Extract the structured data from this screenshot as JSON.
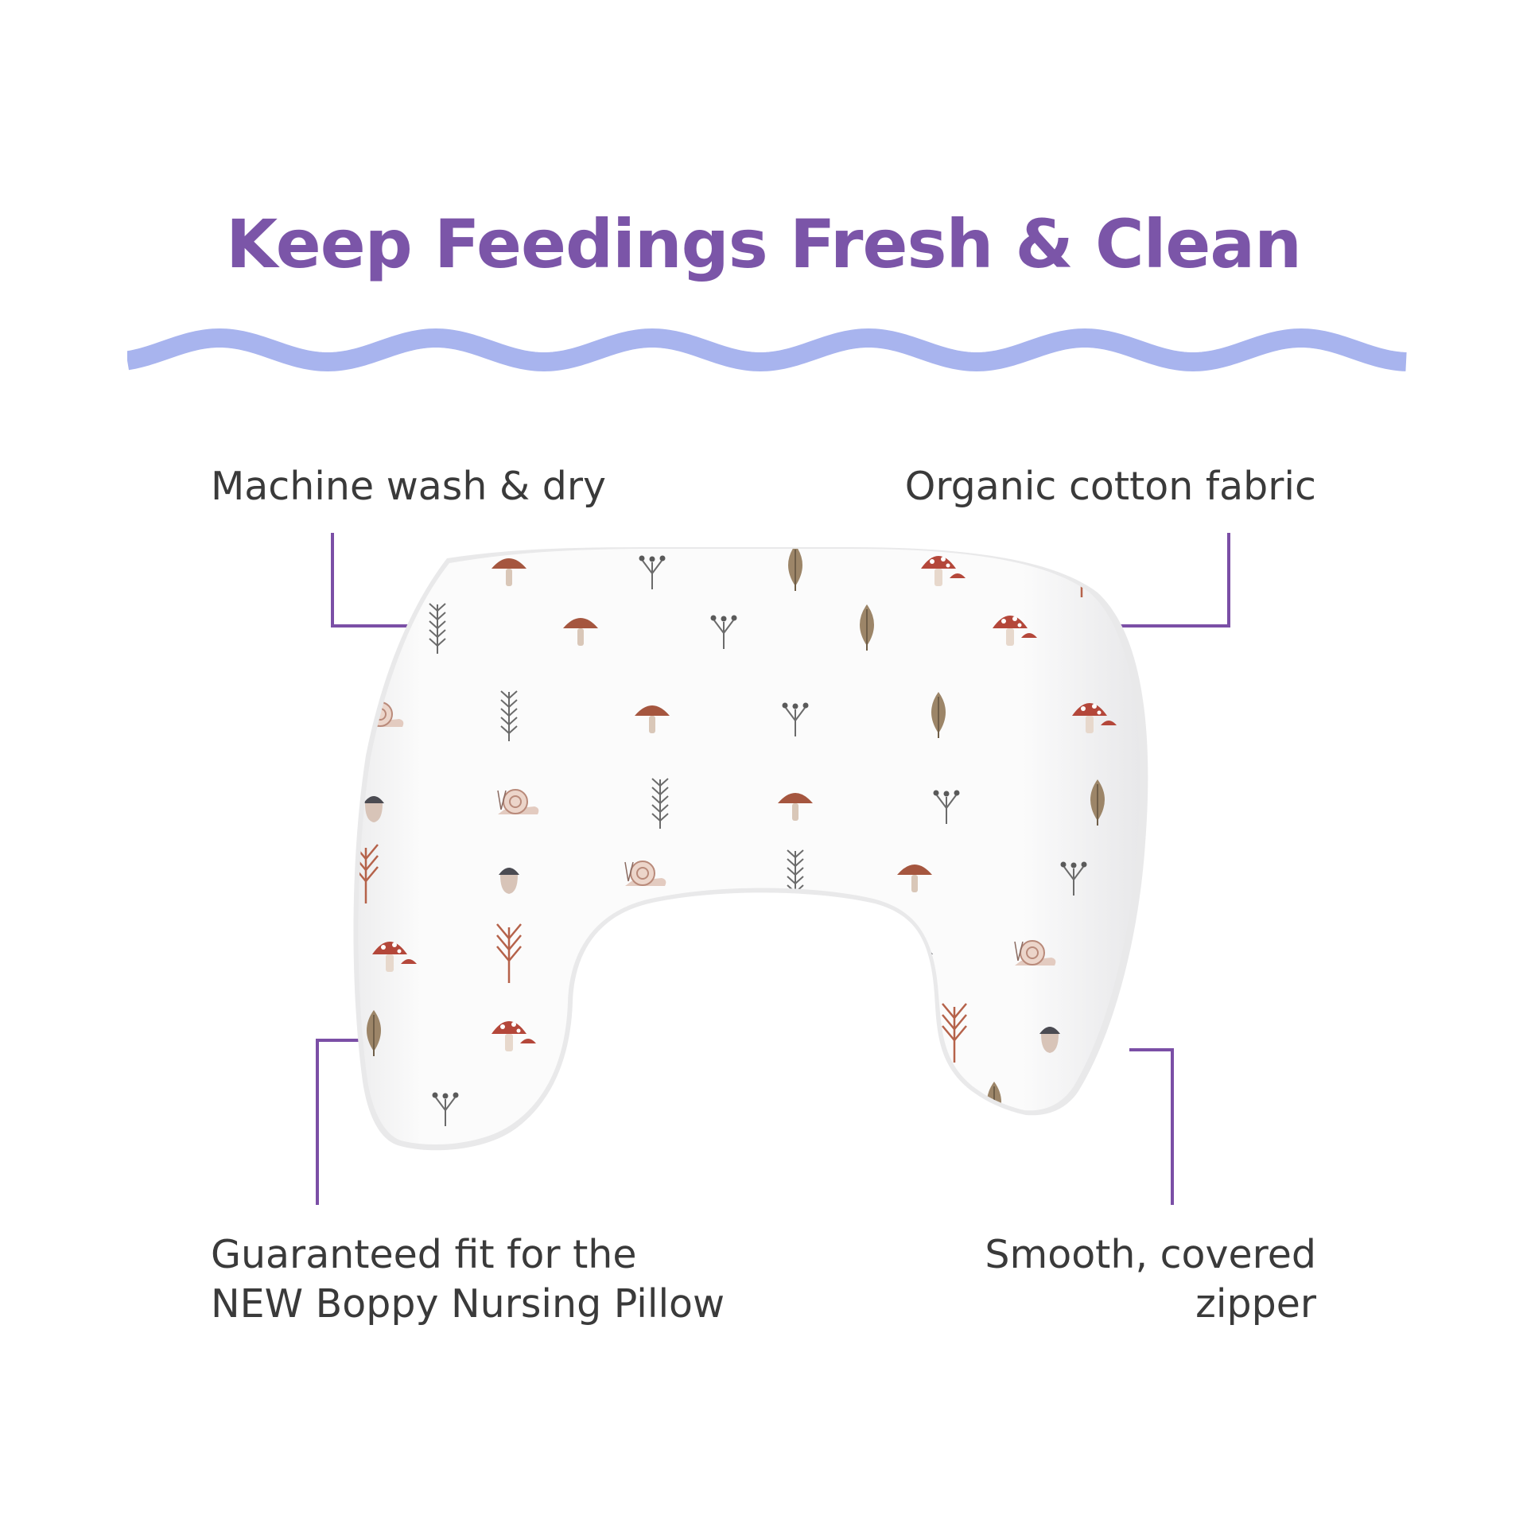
{
  "headline": "Keep Feedings Fresh & Clean",
  "features": {
    "wash": {
      "lines": [
        "Machine wash & dry"
      ]
    },
    "organic": {
      "lines": [
        "Organic cotton fabric"
      ]
    },
    "fit": {
      "lines": [
        "Guaranteed fit for the",
        "NEW Boppy Nursing Pillow"
      ]
    },
    "zipper": {
      "lines": [
        "Smooth, covered",
        "zipper"
      ]
    }
  },
  "colors": {
    "headline": "#7b55a8",
    "wave": "#a8b4ee",
    "leader": "#7b4fa6",
    "text": "#3a3a3a",
    "pillow": "#fbfbfb",
    "pillow_shadow": "#e9e9ea"
  },
  "pattern_icons": [
    "mushroom-icon",
    "acorn-icon",
    "leaf-icon",
    "sprig-icon",
    "twig-icon",
    "berry-stem-icon",
    "snail-icon",
    "toadstool-icon"
  ]
}
